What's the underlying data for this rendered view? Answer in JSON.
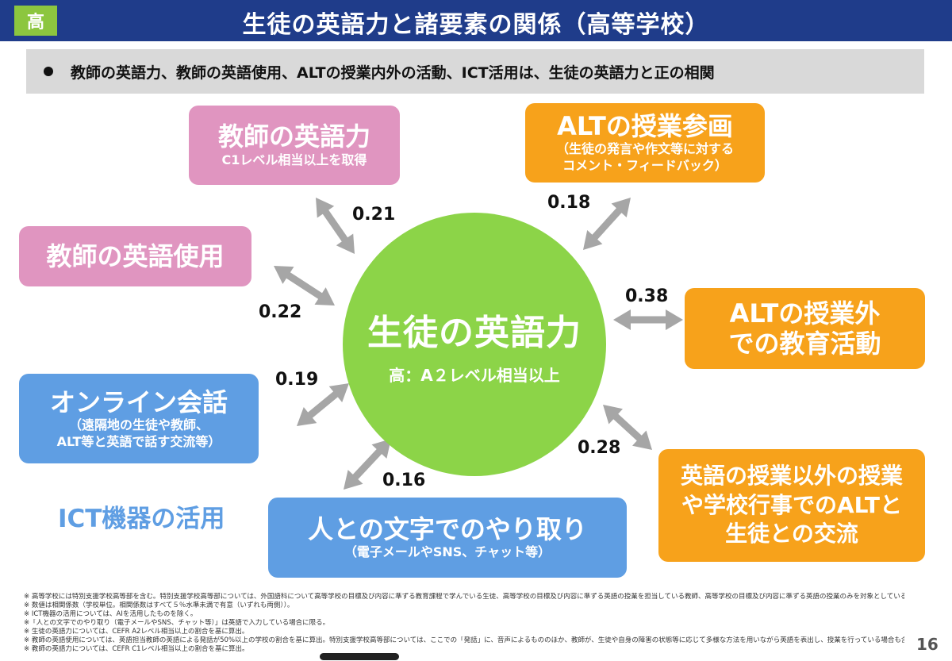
{
  "header": {
    "badge": "高",
    "title": "生徒の英語力と諸要素の関係（高等学校）"
  },
  "summary": "教師の英語力、教師の英語使用、ALTの授業内外の活動、ICT活用は、生徒の英語力と正の相関",
  "center": {
    "title": "生徒の英語力",
    "sub": "高：A２レベル相当以上"
  },
  "nodes": {
    "teacher_proficiency": {
      "title": "教師の英語力",
      "sub": "C1レベル相当以上を取得"
    },
    "teacher_use": {
      "title": "教師の英語使用"
    },
    "alt_participation": {
      "title": "ALTの授業参画",
      "sub1": "（生徒の発言や作文等に対する",
      "sub2": "コメント・フィードバック）"
    },
    "alt_outside": {
      "title1": "ALTの授業外",
      "title2": "での教育活動"
    },
    "alt_exchange": {
      "line1": "英語の授業以外の授業",
      "line2": "や学校行事でのALTと",
      "line3": "生徒との交流"
    },
    "online": {
      "title": "オンライン会話",
      "sub1": "（遠隔地の生徒や教師、",
      "sub2": "ALT等と英語で話す交流等）"
    },
    "exchange": {
      "title": "人との文字でのやり取り",
      "sub": "（電子メールやSNS、チャット等）"
    },
    "ict_label": "ICT機器の活用"
  },
  "coefficients": {
    "teacher_proficiency": "0.21",
    "alt_participation": "0.18",
    "teacher_use": "0.22",
    "alt_outside": "0.38",
    "online": "0.19",
    "alt_exchange": "0.28",
    "exchange": "0.16"
  },
  "notes": [
    "※ 高等学校には特別支援学校高等部を含む。特別支援学校高等部については、外国語科について高等学校の目標及び内容に準ずる教育課程で学んでいる生徒、高等学校の目標及び内容に準ずる英語の授業を担当している教師、高等学校の目標及び内容に準ずる英語の授業のみを対象としている。",
    "※ 数値は相関係数（学校単位。相関係数はすべて５％水準未満で有意（いずれも両側））。",
    "※ ICT機器の活用については、AIを活用したものを除く。",
    "※「人との文字でのやり取り（電子メールやSNS、チャット等）」は英語で入力している場合に限る。",
    "※ 生徒の英語力については、CEFR A2レベル相当以上の割合を基に算出。",
    "※ 教師の英語使用については、英語担当教師の英語による発話が50%以上の学校の割合を基に算出。特別支援学校高等部については、ここでの「発話」に、音声によるもののほか、教師が、生徒や自身の障害の状態等に応じて多様な方法を用いながら英語を表出し、授業を行っている場合も含む。",
    "※ 教師の英語力については、CEFR C1レベル相当以上の割合を基に算出。"
  ],
  "page_number": "16",
  "colors": {
    "header": "#1f3c8a",
    "badge": "#8cc63f",
    "pink": "#e095c0",
    "orange": "#f7a21b",
    "blue": "#5f9ee3",
    "circle": "#8cd448",
    "arrow": "#a6a6a6"
  }
}
